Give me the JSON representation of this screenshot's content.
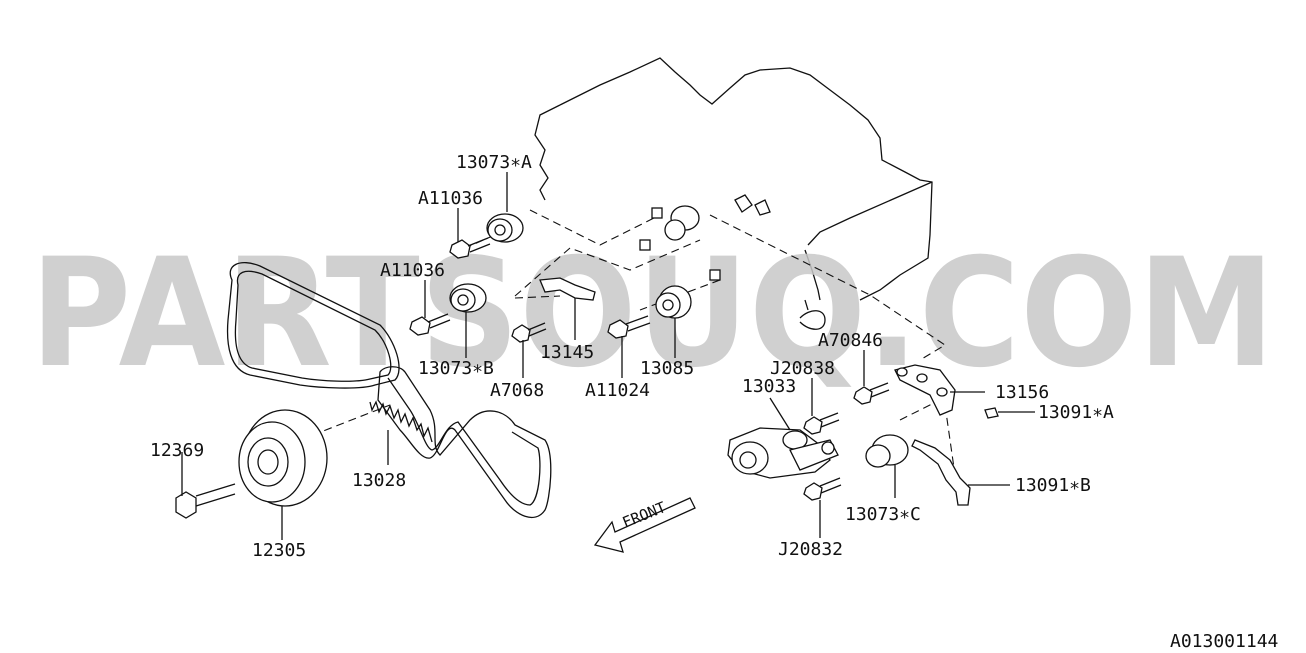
{
  "watermark": "PARTSOUQ.COM",
  "diagram_code": "A013001144",
  "front_label": "FRONT",
  "callouts": {
    "c13073a": "13073∗A",
    "c11036a": "A11036",
    "c11036b": "A11036",
    "c13073b": "13073∗B",
    "c13145": "13145",
    "c7068": "A7068",
    "c11024": "A11024",
    "c13085": "13085",
    "c70846": "A70846",
    "c20838": "J20838",
    "c13033": "13033",
    "c13156": "13156",
    "c13091a": "13091∗A",
    "c13091b": "13091∗B",
    "c13073c": "13073∗C",
    "c20832": "J20832",
    "c12369": "12369",
    "c13028": "13028",
    "c12305": "12305"
  }
}
